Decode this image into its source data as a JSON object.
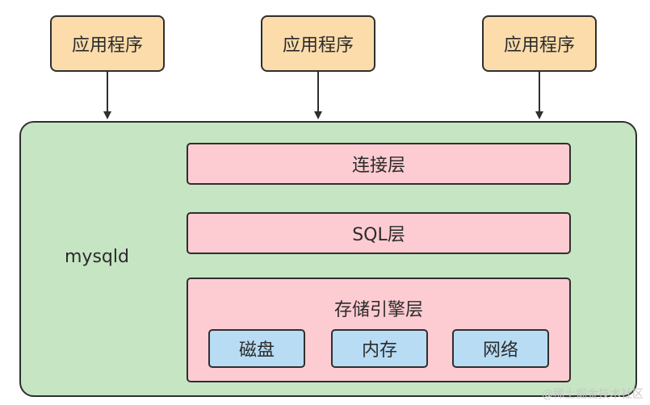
{
  "applications": [
    {
      "label": "应用程序"
    },
    {
      "label": "应用程序"
    },
    {
      "label": "应用程序"
    }
  ],
  "mysqld": {
    "label": "mysqld",
    "layers": {
      "connection": "连接层",
      "sql": "SQL层",
      "storage": {
        "title": "存储引擎层",
        "components": [
          "磁盘",
          "内存",
          "网络"
        ]
      }
    }
  },
  "watermark": "@稀土掘金技术社区",
  "colors": {
    "application_fill": "#fbdcaa",
    "container_fill": "#c6e5c3",
    "layer_fill": "#fdccd2",
    "component_fill": "#b7dcf4",
    "stroke": "#2f2f2f"
  }
}
